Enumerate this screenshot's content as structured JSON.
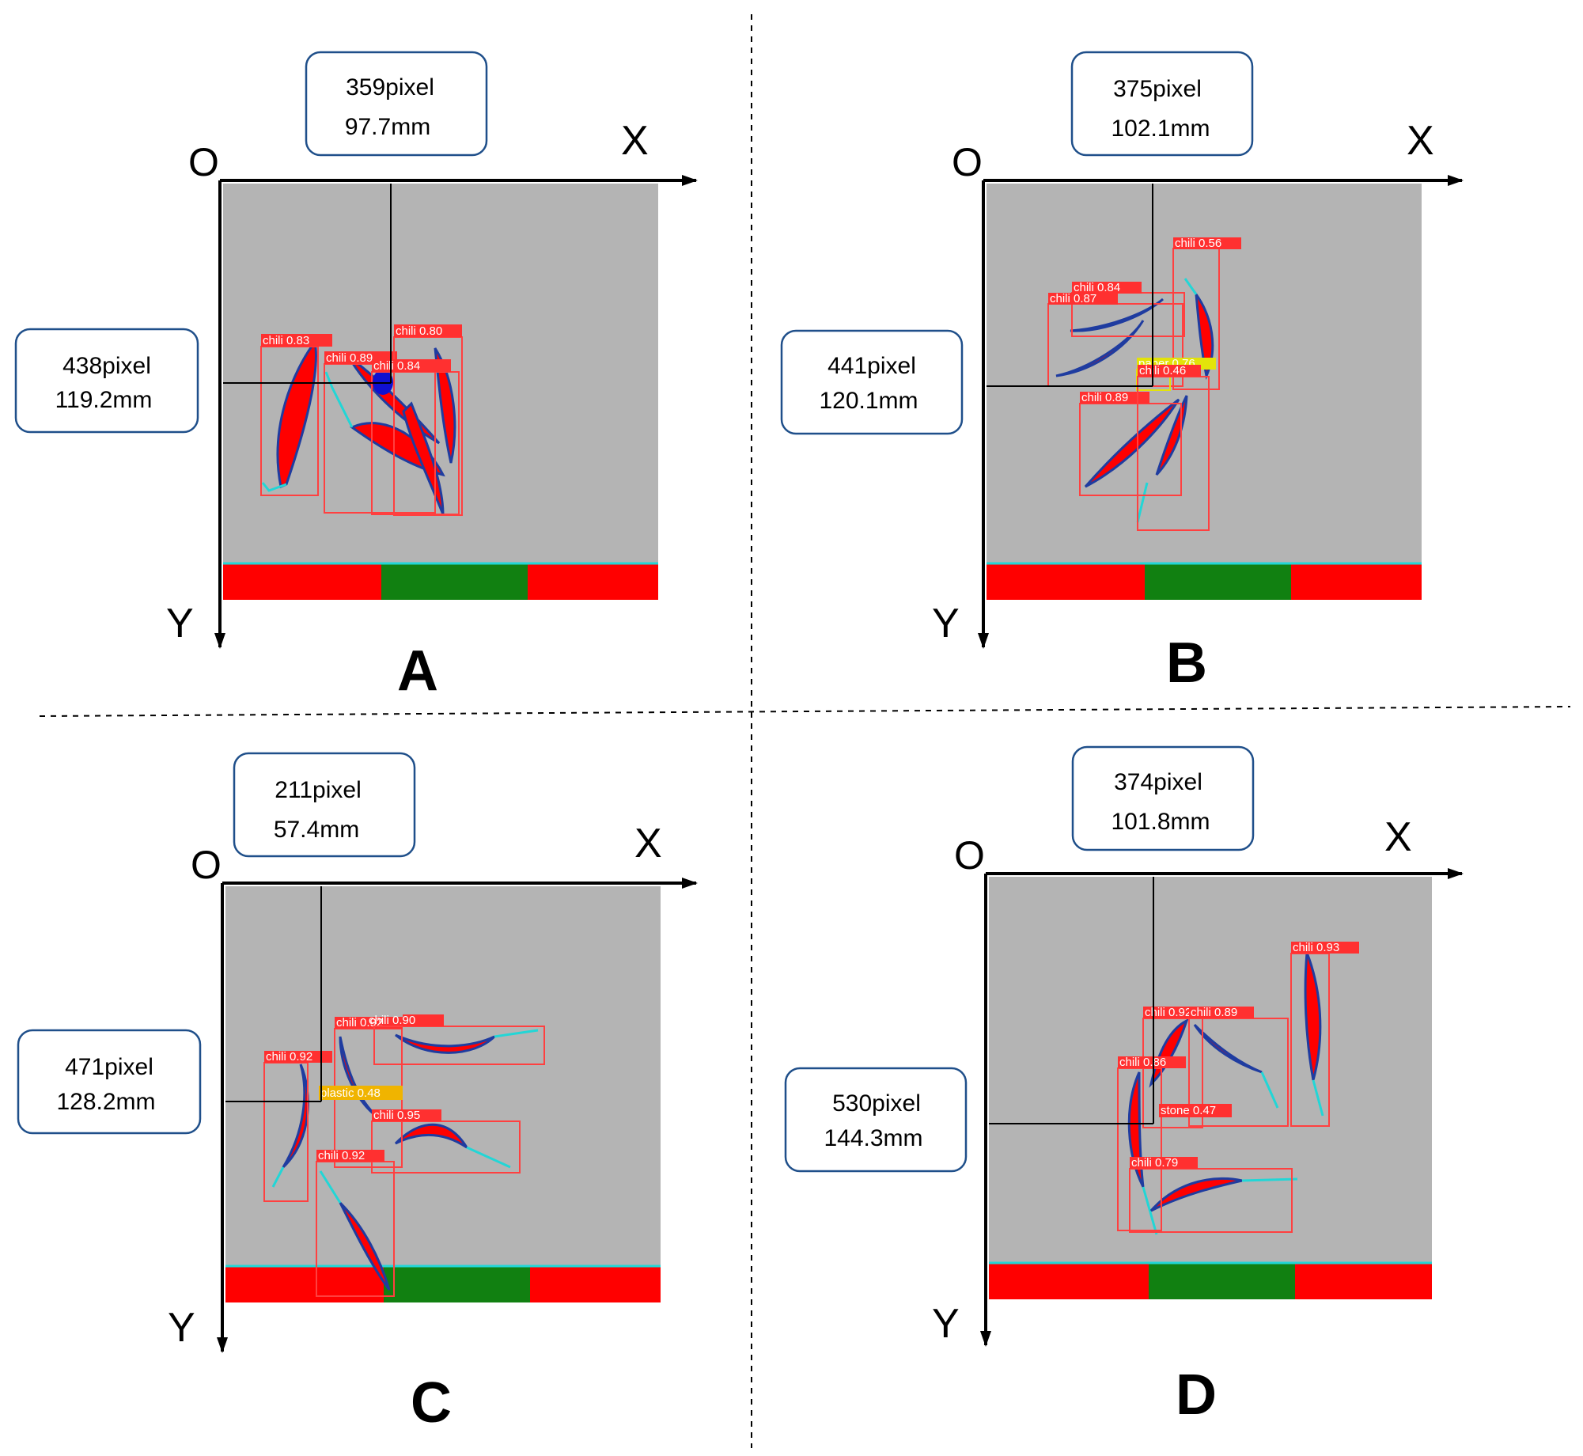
{
  "axis_labels": {
    "origin": "O",
    "x": "X",
    "y": "Y"
  },
  "colors": {
    "background_plate": "#b4b4b4",
    "chili": "#ff0000",
    "belt_green": "#118011",
    "box": "#ff4040",
    "label_bg": "#ff3030",
    "paper_label": "#e3e30a",
    "plastic_label": "#f0b400",
    "axis": "#000000",
    "callout_border": "#1f4f8a"
  },
  "panels": [
    {
      "id": "A",
      "letter": "A",
      "x_measure": {
        "pixel": "359pixel",
        "mm": "97.7mm"
      },
      "y_measure": {
        "pixel": "438pixel",
        "mm": "119.2mm"
      },
      "detections": [
        {
          "label": "chili 0.83"
        },
        {
          "label": "chili 0.89"
        },
        {
          "label": "chili 0.80"
        },
        {
          "label": "chili 0.84"
        }
      ]
    },
    {
      "id": "B",
      "letter": "B",
      "x_measure": {
        "pixel": "375pixel",
        "mm": "102.1mm"
      },
      "y_measure": {
        "pixel": "441pixel",
        "mm": "120.1mm"
      },
      "detections": [
        {
          "label": "chili 0.56"
        },
        {
          "label": "chili 0.84"
        },
        {
          "label": "chili 0.87"
        },
        {
          "label": "paper 0.76"
        },
        {
          "label": "chili 0.89"
        },
        {
          "label": "chili 0.46"
        }
      ]
    },
    {
      "id": "C",
      "letter": "C",
      "x_measure": {
        "pixel": "211pixel",
        "mm": "57.4mm"
      },
      "y_measure": {
        "pixel": "471pixel",
        "mm": "128.2mm"
      },
      "detections": [
        {
          "label": "chili 0.92"
        },
        {
          "label": "chili 0.92"
        },
        {
          "label": "chili 0.90"
        },
        {
          "label": "plastic 0.48"
        },
        {
          "label": "chili 0.95"
        },
        {
          "label": "chili 0.92"
        }
      ]
    },
    {
      "id": "D",
      "letter": "D",
      "x_measure": {
        "pixel": "374pixel",
        "mm": "101.8mm"
      },
      "y_measure": {
        "pixel": "530pixel",
        "mm": "144.3mm"
      },
      "detections": [
        {
          "label": "chili 0.93"
        },
        {
          "label": "chili 0.92"
        },
        {
          "label": "chili 0.89"
        },
        {
          "label": "chili 0.86"
        },
        {
          "label": "stone 0.47"
        },
        {
          "label": "chili 0.79"
        }
      ]
    }
  ]
}
